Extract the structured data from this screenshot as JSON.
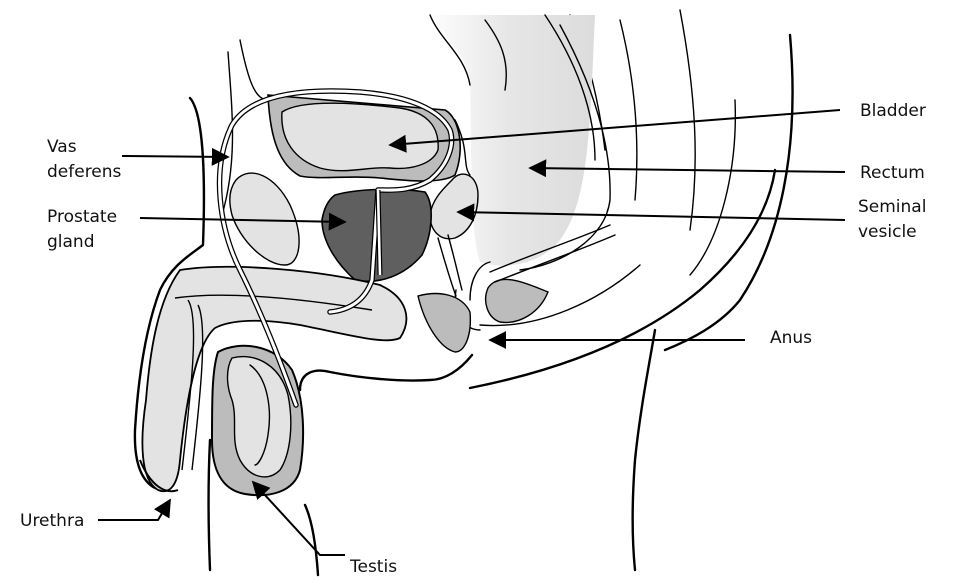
{
  "labels": {
    "vas_line1": "Vas",
    "vas_line2": "deferens",
    "prostate_line1": "Prostate",
    "prostate_line2": "gland",
    "urethra": "Urethra",
    "testis": "Testis",
    "bladder": "Bladder",
    "rectum": "Rectum",
    "seminal_line1": "Seminal",
    "seminal_line2": "vesicle",
    "anus": "Anus"
  },
  "colors": {
    "light_gray": "#e3e3e3",
    "mid_gray": "#bcbcbc",
    "dark_gray": "#5f5f5f",
    "outline": "#000000"
  }
}
